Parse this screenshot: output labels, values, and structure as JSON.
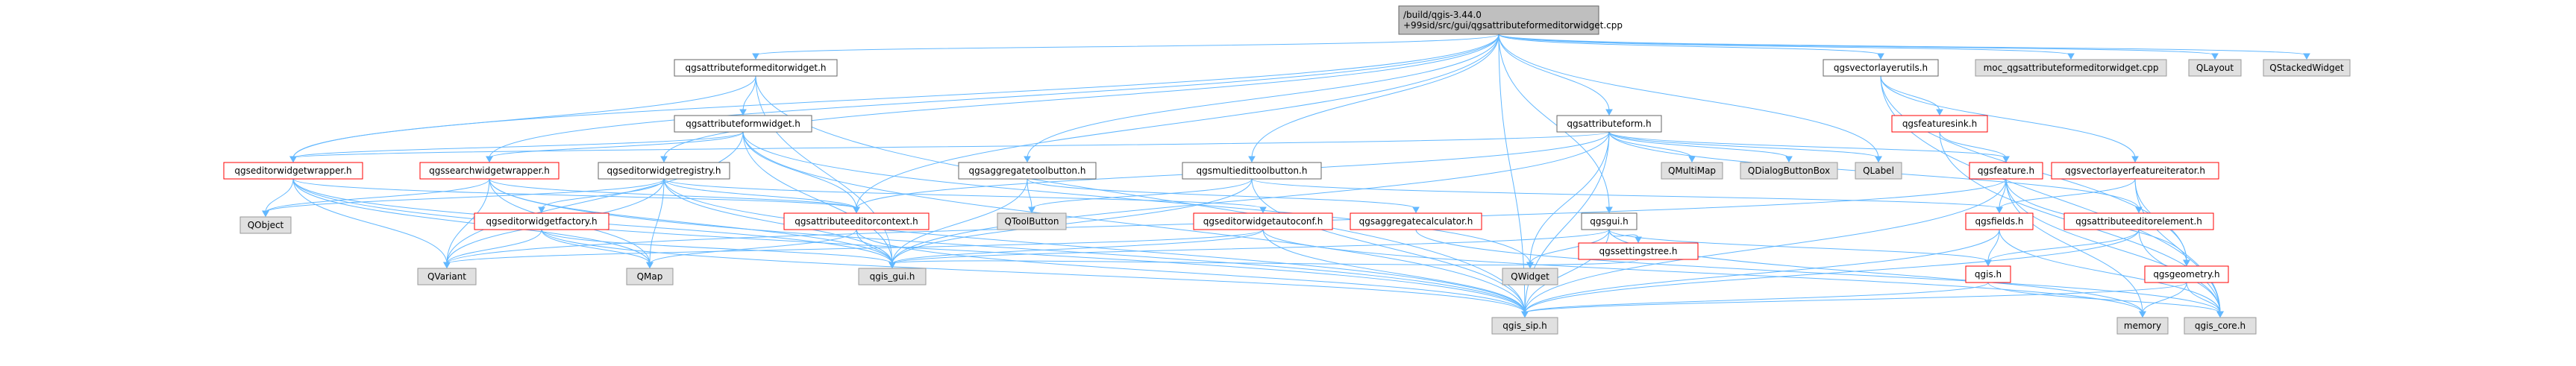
{
  "colors": {
    "root_fill": "#bfbfbf",
    "root_stroke": "#666666",
    "doc_fill": "#ffffff",
    "doc_stroke": "#666666",
    "red_fill": "#ffffff",
    "red_stroke": "#ff0000",
    "ext_fill": "#e0e0e0",
    "ext_stroke": "#999999",
    "edge": "#63b8ff"
  },
  "nodes": {
    "root": {
      "style": "root",
      "label": [
        "/build/qgis-3.44.0",
        "+99sid/src/gui/qgsattributeformeditorwidget.cpp"
      ]
    },
    "attributeformeditorwidget_h": {
      "style": "doc",
      "label": [
        "qgsattributeformeditorwidget.h"
      ]
    },
    "attributeformwidget_h": {
      "style": "doc",
      "label": [
        "qgsattributeformwidget.h"
      ]
    },
    "editorwidgetwrapper_h": {
      "style": "red",
      "label": [
        "qgseditorwidgetwrapper.h"
      ]
    },
    "searchwidgetwrapper_h": {
      "style": "red",
      "label": [
        "qgssearchwidgetwrapper.h"
      ]
    },
    "editorwidgetregistry_h": {
      "style": "doc",
      "label": [
        "qgseditorwidgetregistry.h"
      ]
    },
    "aggregatetoolbutton_h": {
      "style": "doc",
      "label": [
        "qgsaggregatetoolbutton.h"
      ]
    },
    "multiedittoolbutton_h": {
      "style": "doc",
      "label": [
        "qgsmultiedittoolbutton.h"
      ]
    },
    "attributeform_h": {
      "style": "doc",
      "label": [
        "qgsattributeform.h"
      ]
    },
    "vectorlayerutils_h": {
      "style": "doc",
      "label": [
        "qgsvectorlayerutils.h"
      ]
    },
    "moc": {
      "style": "ext",
      "label": [
        "moc_qgsattributeformeditorwidget.cpp"
      ]
    },
    "qlayout": {
      "style": "ext",
      "label": [
        "QLayout"
      ]
    },
    "qstackedwidget": {
      "style": "ext",
      "label": [
        "QStackedWidget"
      ]
    },
    "featuresink_h": {
      "style": "red",
      "label": [
        "qgsfeaturesink.h"
      ]
    },
    "feature_h": {
      "style": "red",
      "label": [
        "qgsfeature.h"
      ]
    },
    "vectorlayerfeatureiterator_h": {
      "style": "red",
      "label": [
        "qgsvectorlayerfeatureiterator.h"
      ]
    },
    "qmultimap": {
      "style": "ext",
      "label": [
        "QMultiMap"
      ]
    },
    "qdialogbuttonbox": {
      "style": "ext",
      "label": [
        "QDialogButtonBox"
      ]
    },
    "qlabel": {
      "style": "ext",
      "label": [
        "QLabel"
      ]
    },
    "qobject": {
      "style": "ext",
      "label": [
        "QObject"
      ]
    },
    "editorwidgetfactory_h": {
      "style": "red",
      "label": [
        "qgseditorwidgetfactory.h"
      ]
    },
    "attributeeditorcontext_h": {
      "style": "red",
      "label": [
        "qgsattributeeditorcontext.h"
      ]
    },
    "qtoolbutton": {
      "style": "ext",
      "label": [
        "QToolButton"
      ]
    },
    "editorwidgetautoconf_h": {
      "style": "red",
      "label": [
        "qgseditorwidgetautoconf.h"
      ]
    },
    "aggregatecalculator_h": {
      "style": "red",
      "label": [
        "qgsaggregatecalculator.h"
      ]
    },
    "gui_h": {
      "style": "doc",
      "label": [
        "qgsgui.h"
      ]
    },
    "fields_h": {
      "style": "red",
      "label": [
        "qgsfields.h"
      ]
    },
    "attributeeditorelement_h": {
      "style": "red",
      "label": [
        "qgsattributeeditorelement.h"
      ]
    },
    "settingstree_h": {
      "style": "red",
      "label": [
        "qgssettingstree.h"
      ]
    },
    "qgis_h": {
      "style": "red",
      "label": [
        "qgis.h"
      ]
    },
    "geometry_h": {
      "style": "red",
      "label": [
        "qgsgeometry.h"
      ]
    },
    "qvariant": {
      "style": "ext",
      "label": [
        "QVariant"
      ]
    },
    "qmap": {
      "style": "ext",
      "label": [
        "QMap"
      ]
    },
    "qgis_gui_h": {
      "style": "ext",
      "label": [
        "qgis_gui.h"
      ]
    },
    "qwidget": {
      "style": "ext",
      "label": [
        "QWidget"
      ]
    },
    "qgis_sip_h": {
      "style": "ext",
      "label": [
        "qgis_sip.h"
      ]
    },
    "memory": {
      "style": "ext",
      "label": [
        "memory"
      ]
    },
    "qgis_core_h": {
      "style": "ext",
      "label": [
        "qgis_core.h"
      ]
    }
  },
  "edges": [
    [
      "root",
      "attributeformeditorwidget_h"
    ],
    [
      "root",
      "editorwidgetwrapper_h"
    ],
    [
      "root",
      "searchwidgetwrapper_h"
    ],
    [
      "root",
      "editorwidgetregistry_h"
    ],
    [
      "root",
      "attributeeditorcontext_h"
    ],
    [
      "root",
      "aggregatetoolbutton_h"
    ],
    [
      "root",
      "multiedittoolbutton_h"
    ],
    [
      "root",
      "attributeform_h"
    ],
    [
      "root",
      "gui_h"
    ],
    [
      "root",
      "vectorlayerutils_h"
    ],
    [
      "root",
      "moc"
    ],
    [
      "root",
      "qlayout"
    ],
    [
      "root",
      "qstackedwidget"
    ],
    [
      "root",
      "qlabel"
    ],
    [
      "root",
      "qgis_sip_h"
    ],
    [
      "attributeformeditorwidget_h",
      "attributeformwidget_h"
    ],
    [
      "attributeformeditorwidget_h",
      "editorwidgetwrapper_h"
    ],
    [
      "attributeformeditorwidget_h",
      "qgis_gui_h"
    ],
    [
      "attributeformeditorwidget_h",
      "qgis_sip_h"
    ],
    [
      "attributeformwidget_h",
      "editorwidgetwrapper_h"
    ],
    [
      "attributeformwidget_h",
      "searchwidgetwrapper_h"
    ],
    [
      "attributeformwidget_h",
      "attributeeditorcontext_h"
    ],
    [
      "attributeformwidget_h",
      "qwidget"
    ],
    [
      "attributeformwidget_h",
      "qgis_gui_h"
    ],
    [
      "attributeformwidget_h",
      "qvariant"
    ],
    [
      "attributeformwidget_h",
      "qgis_sip_h"
    ],
    [
      "editorwidgetwrapper_h",
      "qobject"
    ],
    [
      "editorwidgetwrapper_h",
      "qvariant"
    ],
    [
      "editorwidgetwrapper_h",
      "qmap"
    ],
    [
      "editorwidgetwrapper_h",
      "qgis_gui_h"
    ],
    [
      "editorwidgetwrapper_h",
      "qgis_sip_h"
    ],
    [
      "editorwidgetwrapper_h",
      "attributeeditorcontext_h"
    ],
    [
      "searchwidgetwrapper_h",
      "qobject"
    ],
    [
      "searchwidgetwrapper_h",
      "qmap"
    ],
    [
      "searchwidgetwrapper_h",
      "qvariant"
    ],
    [
      "searchwidgetwrapper_h",
      "qgis_gui_h"
    ],
    [
      "searchwidgetwrapper_h",
      "qgis_sip_h"
    ],
    [
      "searchwidgetwrapper_h",
      "attributeeditorcontext_h"
    ],
    [
      "editorwidgetregistry_h",
      "qobject"
    ],
    [
      "editorwidgetregistry_h",
      "qmap"
    ],
    [
      "editorwidgetregistry_h",
      "editorwidgetfactory_h"
    ],
    [
      "editorwidgetregistry_h",
      "attributeeditorcontext_h"
    ],
    [
      "editorwidgetregistry_h",
      "editorwidgetautoconf_h"
    ],
    [
      "editorwidgetregistry_h",
      "qgis_gui_h"
    ],
    [
      "editorwidgetregistry_h",
      "qvariant"
    ],
    [
      "editorwidgetregistry_h",
      "qgis_sip_h"
    ],
    [
      "editorwidgetfactory_h",
      "qvariant"
    ],
    [
      "editorwidgetfactory_h",
      "qmap"
    ],
    [
      "editorwidgetfactory_h",
      "qgis_gui_h"
    ],
    [
      "editorwidgetfactory_h",
      "qgis_sip_h"
    ],
    [
      "attributeeditorcontext_h",
      "qmap"
    ],
    [
      "attributeeditorcontext_h",
      "qgis_gui_h"
    ],
    [
      "attributeeditorcontext_h",
      "qgis_sip_h"
    ],
    [
      "editorwidgetautoconf_h",
      "qvariant"
    ],
    [
      "editorwidgetautoconf_h",
      "qgis_gui_h"
    ],
    [
      "editorwidgetautoconf_h",
      "memory"
    ],
    [
      "editorwidgetautoconf_h",
      "qgis_sip_h"
    ],
    [
      "aggregatetoolbutton_h",
      "qtoolbutton"
    ],
    [
      "aggregatetoolbutton_h",
      "aggregatecalculator_h"
    ],
    [
      "aggregatetoolbutton_h",
      "qgis_gui_h"
    ],
    [
      "aggregatecalculator_h",
      "qgis_core_h"
    ],
    [
      "multiedittoolbutton_h",
      "qtoolbutton"
    ],
    [
      "multiedittoolbutton_h",
      "fields_h"
    ],
    [
      "multiedittoolbutton_h",
      "qgis_gui_h"
    ],
    [
      "multiedittoolbutton_h",
      "qgis_sip_h"
    ],
    [
      "attributeform_h",
      "feature_h"
    ],
    [
      "attributeform_h",
      "attributeeditorcontext_h"
    ],
    [
      "attributeform_h",
      "editorwidgetwrapper_h"
    ],
    [
      "attributeform_h",
      "attributeeditorelement_h"
    ],
    [
      "attributeform_h",
      "qmultimap"
    ],
    [
      "attributeform_h",
      "qdialogbuttonbox"
    ],
    [
      "attributeform_h",
      "qlabel"
    ],
    [
      "attributeform_h",
      "qwidget"
    ],
    [
      "attributeform_h",
      "qgis_gui_h"
    ],
    [
      "attributeform_h",
      "qgis_sip_h"
    ],
    [
      "gui_h",
      "qwidget"
    ],
    [
      "gui_h",
      "settingstree_h"
    ],
    [
      "gui_h",
      "qgis_gui_h"
    ],
    [
      "gui_h",
      "qgis_h"
    ],
    [
      "gui_h",
      "memory"
    ],
    [
      "gui_h",
      "qgis_sip_h"
    ],
    [
      "vectorlayerutils_h",
      "featuresink_h"
    ],
    [
      "vectorlayerutils_h",
      "vectorlayerfeatureiterator_h"
    ],
    [
      "vectorlayerutils_h",
      "geometry_h"
    ],
    [
      "vectorlayerutils_h",
      "qgis_core_h"
    ],
    [
      "featuresink_h",
      "feature_h"
    ],
    [
      "featuresink_h",
      "qgis_core_h"
    ],
    [
      "feature_h",
      "fields_h"
    ],
    [
      "feature_h",
      "geometry_h"
    ],
    [
      "feature_h",
      "qvariant"
    ],
    [
      "feature_h",
      "memory"
    ],
    [
      "feature_h",
      "qgis_core_h"
    ],
    [
      "feature_h",
      "qgis_sip_h"
    ],
    [
      "vectorlayerfeatureiterator_h",
      "fields_h"
    ],
    [
      "vectorlayerfeatureiterator_h",
      "geometry_h"
    ],
    [
      "vectorlayerfeatureiterator_h",
      "qgis_core_h"
    ],
    [
      "fields_h",
      "qgis_h"
    ],
    [
      "fields_h",
      "qgis_core_h"
    ],
    [
      "fields_h",
      "qgis_sip_h"
    ],
    [
      "attributeeditorelement_h",
      "qgis_h"
    ],
    [
      "attributeeditorelement_h",
      "qgis_core_h"
    ],
    [
      "attributeeditorelement_h",
      "qgis_sip_h"
    ],
    [
      "qgis_h",
      "qgis_core_h"
    ],
    [
      "qgis_h",
      "qgis_sip_h"
    ],
    [
      "geometry_h",
      "memory"
    ],
    [
      "geometry_h",
      "qgis_core_h"
    ],
    [
      "geometry_h",
      "qgis_sip_h"
    ],
    [
      "settingstree_h",
      "qgis_gui_h"
    ]
  ]
}
